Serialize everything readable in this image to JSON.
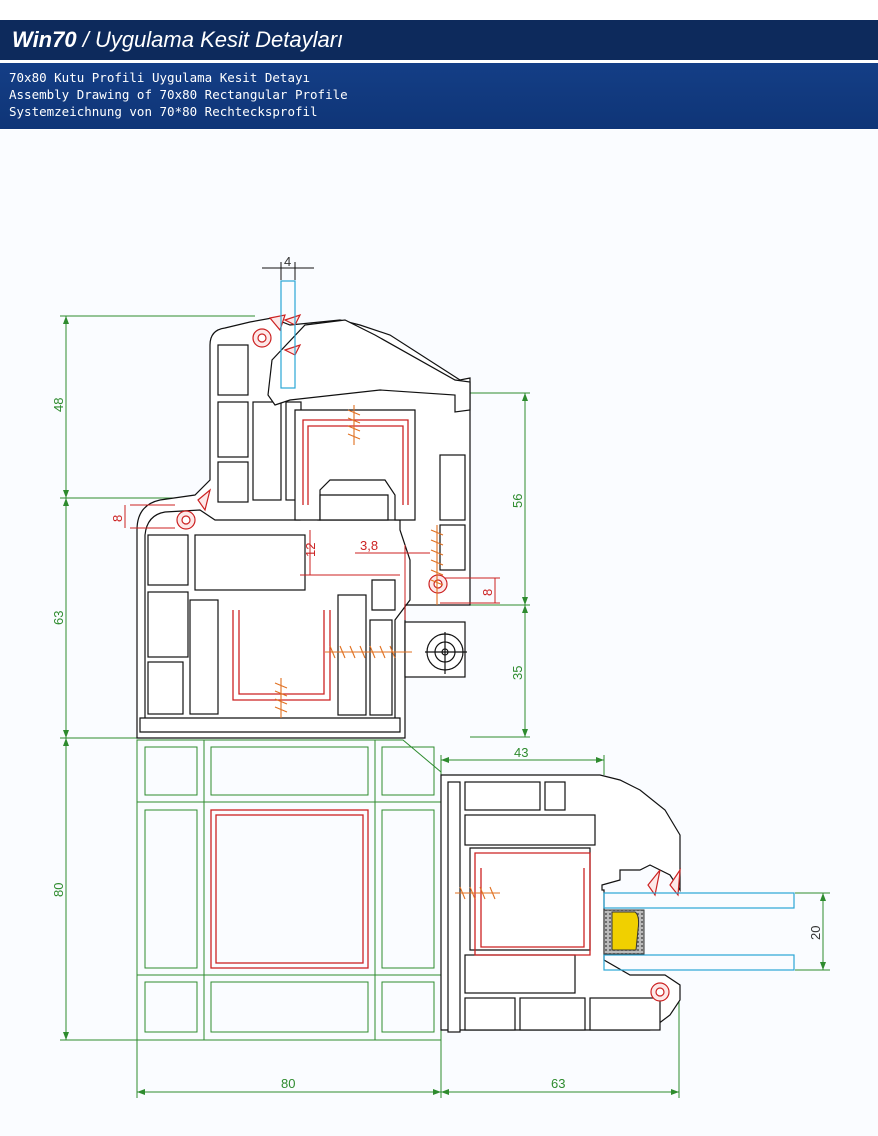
{
  "header": {
    "brand": "Win70",
    "separator": " / ",
    "title": "Uygulama Kesit Detayları"
  },
  "subtitle": {
    "line1": "70x80 Kutu Profili Uygulama Kesit Detayı",
    "line2": "Assembly Drawing of 70x80 Rectangular Profile",
    "line3": "Systemzeichnung von 70*80 Rechtecksprofil"
  },
  "dimensions": {
    "top_gap": "4",
    "left_upper": "48",
    "left_middle": "63",
    "left_lower": "80",
    "right_upper": "56",
    "right_lower": "35",
    "small_left": "8",
    "small_right": "8",
    "inner_height": "12",
    "inner_gap": "3,8",
    "sash_width": "43",
    "glass": "20",
    "bottom_left": "80",
    "bottom_right": "63"
  },
  "colors": {
    "header": "#0d2a5c",
    "subheader": "#143e86",
    "profile": "#000000",
    "dimension": "#2e8b2e",
    "steel": "#cc2222",
    "screw": "#e07020",
    "glass": "#2aa7d6",
    "spacer": "#f0d000"
  }
}
